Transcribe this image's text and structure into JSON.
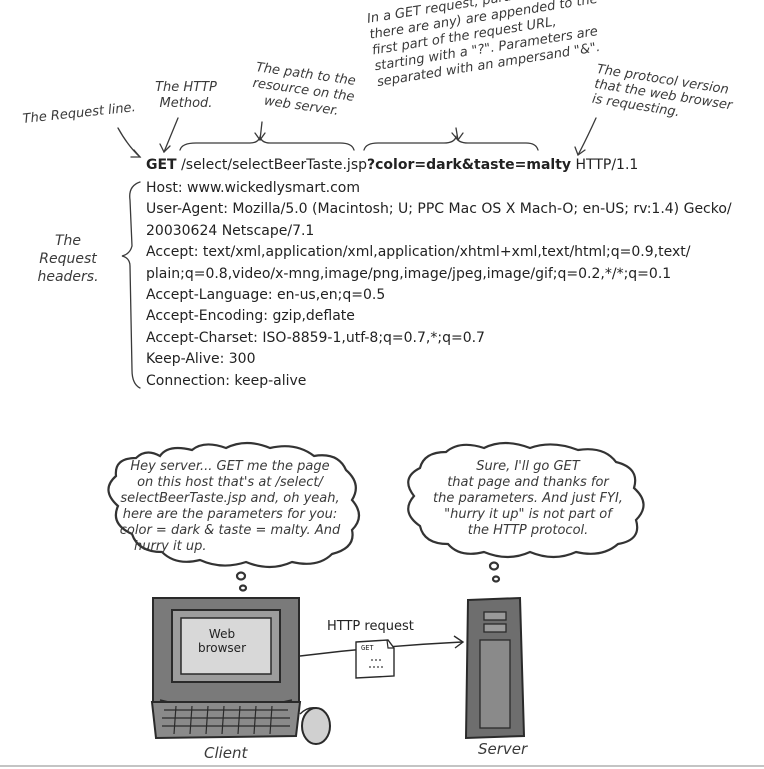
{
  "annotations": {
    "request_line": "The Request line.",
    "http_method": "The HTTP Method.",
    "path": [
      "The path to the",
      "resource on the",
      "web server."
    ],
    "get_params": [
      "In a GET request, parameters (if",
      "there are any) are appended to the",
      "first part of the request URL,",
      "starting with a \"?\". Parameters are",
      "separated with an ampersand \"&\"."
    ],
    "protocol": [
      "The protocol version",
      "that the web browser",
      "is requesting."
    ],
    "request_headers": "The Request headers."
  },
  "request": {
    "method": "GET",
    "path": "/select/selectBeerTaste.jsp",
    "query": "?color=dark&taste=malty",
    "version": "HTTP/1.1"
  },
  "headers": [
    "Host: www.wickedlysmart.com",
    "User-Agent: Mozilla/5.0 (Macintosh; U; PPC Mac OS X Mach-O; en-US; rv:1.4) Gecko/",
    "20030624 Netscape/7.1",
    "Accept: text/xml,application/xml,application/xhtml+xml,text/html;q=0.9,text/",
    "plain;q=0.8,video/x-mng,image/png,image/jpeg,image/gif;q=0.2,*/*;q=0.1",
    "Accept-Language: en-us,en;q=0.5",
    "Accept-Encoding: gzip,deflate",
    "Accept-Charset: ISO-8859-1,utf-8;q=0.7,*;q=0.7",
    "Keep-Alive: 300",
    "Connection: keep-alive"
  ],
  "client_bubble": [
    "Hey server... GET me the page",
    "on this host that's at /select/",
    "selectBeerTaste.jsp and, oh yeah,",
    "here are the parameters for you:",
    "color = dark & taste = malty. And",
    "hurry it up."
  ],
  "server_bubble": [
    "Sure, I'll go GET",
    "that page and thanks for",
    "the parameters. And just FYI,",
    "\"hurry it up\" is not part of",
    "the HTTP protocol."
  ],
  "labels": {
    "client": "Client",
    "server": "Server",
    "http_request": "HTTP request",
    "web_browser": "Web browser",
    "get": "GET"
  },
  "colors": {
    "ink": "#3a3a3a",
    "monitor": "#777777",
    "screen": "#9a9a9a",
    "tower": "#6e6e6e"
  }
}
